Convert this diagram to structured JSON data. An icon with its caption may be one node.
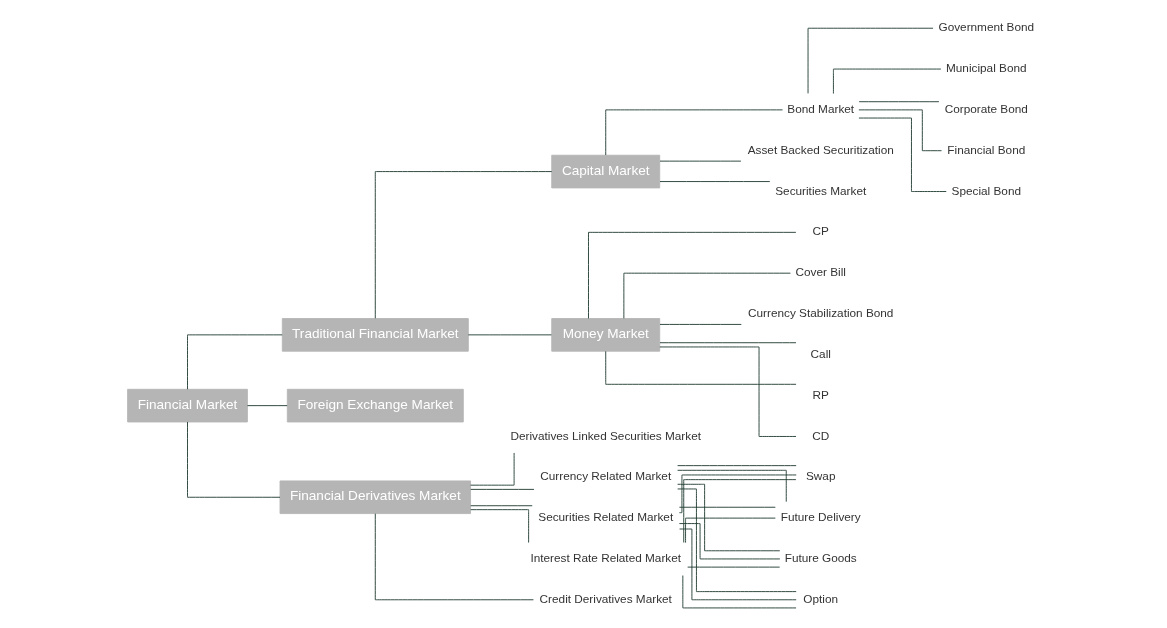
{
  "diagram": {
    "nodes": [
      {
        "text": [
          "Financial Market"
        ]
      },
      {
        "text": [
          "Traditional Financial Market"
        ]
      },
      {
        "text": [
          "Money Market"
        ]
      },
      {
        "text": [
          "Call"
        ]
      },
      {
        "text": [
          "RP"
        ]
      },
      {
        "text": [
          "CD"
        ]
      },
      {
        "text": [
          "CP"
        ]
      },
      {
        "text": [
          "Cover Bill"
        ]
      },
      {
        "text": [
          "Currency Stabilization Bond"
        ]
      },
      {
        "text": [
          "Capital Market"
        ]
      },
      {
        "text": [
          "Bond Market"
        ]
      },
      {
        "text": [
          "Government Bond"
        ]
      },
      {
        "text": [
          "Municipal Bond"
        ]
      },
      {
        "text": [
          "Corporate Bond"
        ]
      },
      {
        "text": [
          "Financial Bond"
        ]
      },
      {
        "text": [
          "Special Bond"
        ]
      },
      {
        "text": [
          "Asset Backed Securitization"
        ]
      },
      {
        "text": [
          "Securities Market"
        ]
      },
      {
        "text": [
          "Foreign Exchange Market"
        ]
      },
      {
        "text": [
          "Financial Derivatives Market"
        ]
      },
      {
        "text": [
          "Securities Related Market"
        ]
      },
      {
        "text": [
          "Interest Rate Related Market"
        ]
      },
      {
        "text": [
          "Currency Related Market"
        ]
      },
      {
        "text": [
          "Credit Derivatives Market"
        ]
      },
      {
        "text": [
          "Derivatives Linked Securities Market"
        ]
      },
      {
        "text": [
          "Future Delivery"
        ]
      },
      {
        "text": [
          "Future Goods"
        ]
      },
      {
        "text": [
          "Option"
        ]
      },
      {
        "text": [
          "Swap"
        ]
      }
    ],
    "edges": [
      {
        "from": 0,
        "to": 1,
        "arrow": "none"
      },
      {
        "from": 0,
        "to": 18,
        "arrow": "none"
      },
      {
        "from": 0,
        "to": 19,
        "arrow": "none"
      },
      {
        "from": 1,
        "to": 2,
        "arrow": "none"
      },
      {
        "from": 1,
        "to": 9,
        "arrow": "none"
      },
      {
        "from": 2,
        "to": 3,
        "arrow": "none"
      },
      {
        "from": 2,
        "to": 4,
        "arrow": "none"
      },
      {
        "from": 2,
        "to": 5,
        "arrow": "none"
      },
      {
        "from": 2,
        "to": 6,
        "arrow": "none"
      },
      {
        "from": 2,
        "to": 7,
        "arrow": "none"
      },
      {
        "from": 2,
        "to": 8,
        "arrow": "none"
      },
      {
        "from": 9,
        "to": 10,
        "arrow": "none"
      },
      {
        "from": 9,
        "to": 16,
        "arrow": "none"
      },
      {
        "from": 9,
        "to": 17,
        "arrow": "none"
      },
      {
        "from": 10,
        "to": 11,
        "arrow": "none"
      },
      {
        "from": 10,
        "to": 12,
        "arrow": "none"
      },
      {
        "from": 10,
        "to": 13,
        "arrow": "none"
      },
      {
        "from": 10,
        "to": 14,
        "arrow": "none"
      },
      {
        "from": 10,
        "to": 15,
        "arrow": "none"
      },
      {
        "from": 19,
        "to": 20,
        "arrow": "none"
      },
      {
        "from": 19,
        "to": 21,
        "arrow": "none"
      },
      {
        "from": 19,
        "to": 22,
        "arrow": "none"
      },
      {
        "from": 19,
        "to": 23,
        "arrow": "none"
      },
      {
        "from": 19,
        "to": 24,
        "arrow": "none"
      },
      {
        "from": 20,
        "to": 25,
        "arrow": "none"
      },
      {
        "from": 20,
        "to": 26,
        "arrow": "none"
      },
      {
        "from": 20,
        "to": 27,
        "arrow": "none"
      },
      {
        "from": 20,
        "to": 28,
        "arrow": "none"
      },
      {
        "from": 21,
        "to": 25,
        "arrow": "none"
      },
      {
        "from": 21,
        "to": 26,
        "arrow": "none"
      },
      {
        "from": 21,
        "to": 27,
        "arrow": "none"
      },
      {
        "from": 21,
        "to": 28,
        "arrow": "none"
      },
      {
        "from": 22,
        "to": 25,
        "arrow": "none"
      },
      {
        "from": 22,
        "to": 26,
        "arrow": "none"
      },
      {
        "from": 22,
        "to": 27,
        "arrow": "none"
      },
      {
        "from": 22,
        "to": 28,
        "arrow": "none"
      }
    ]
  }
}
